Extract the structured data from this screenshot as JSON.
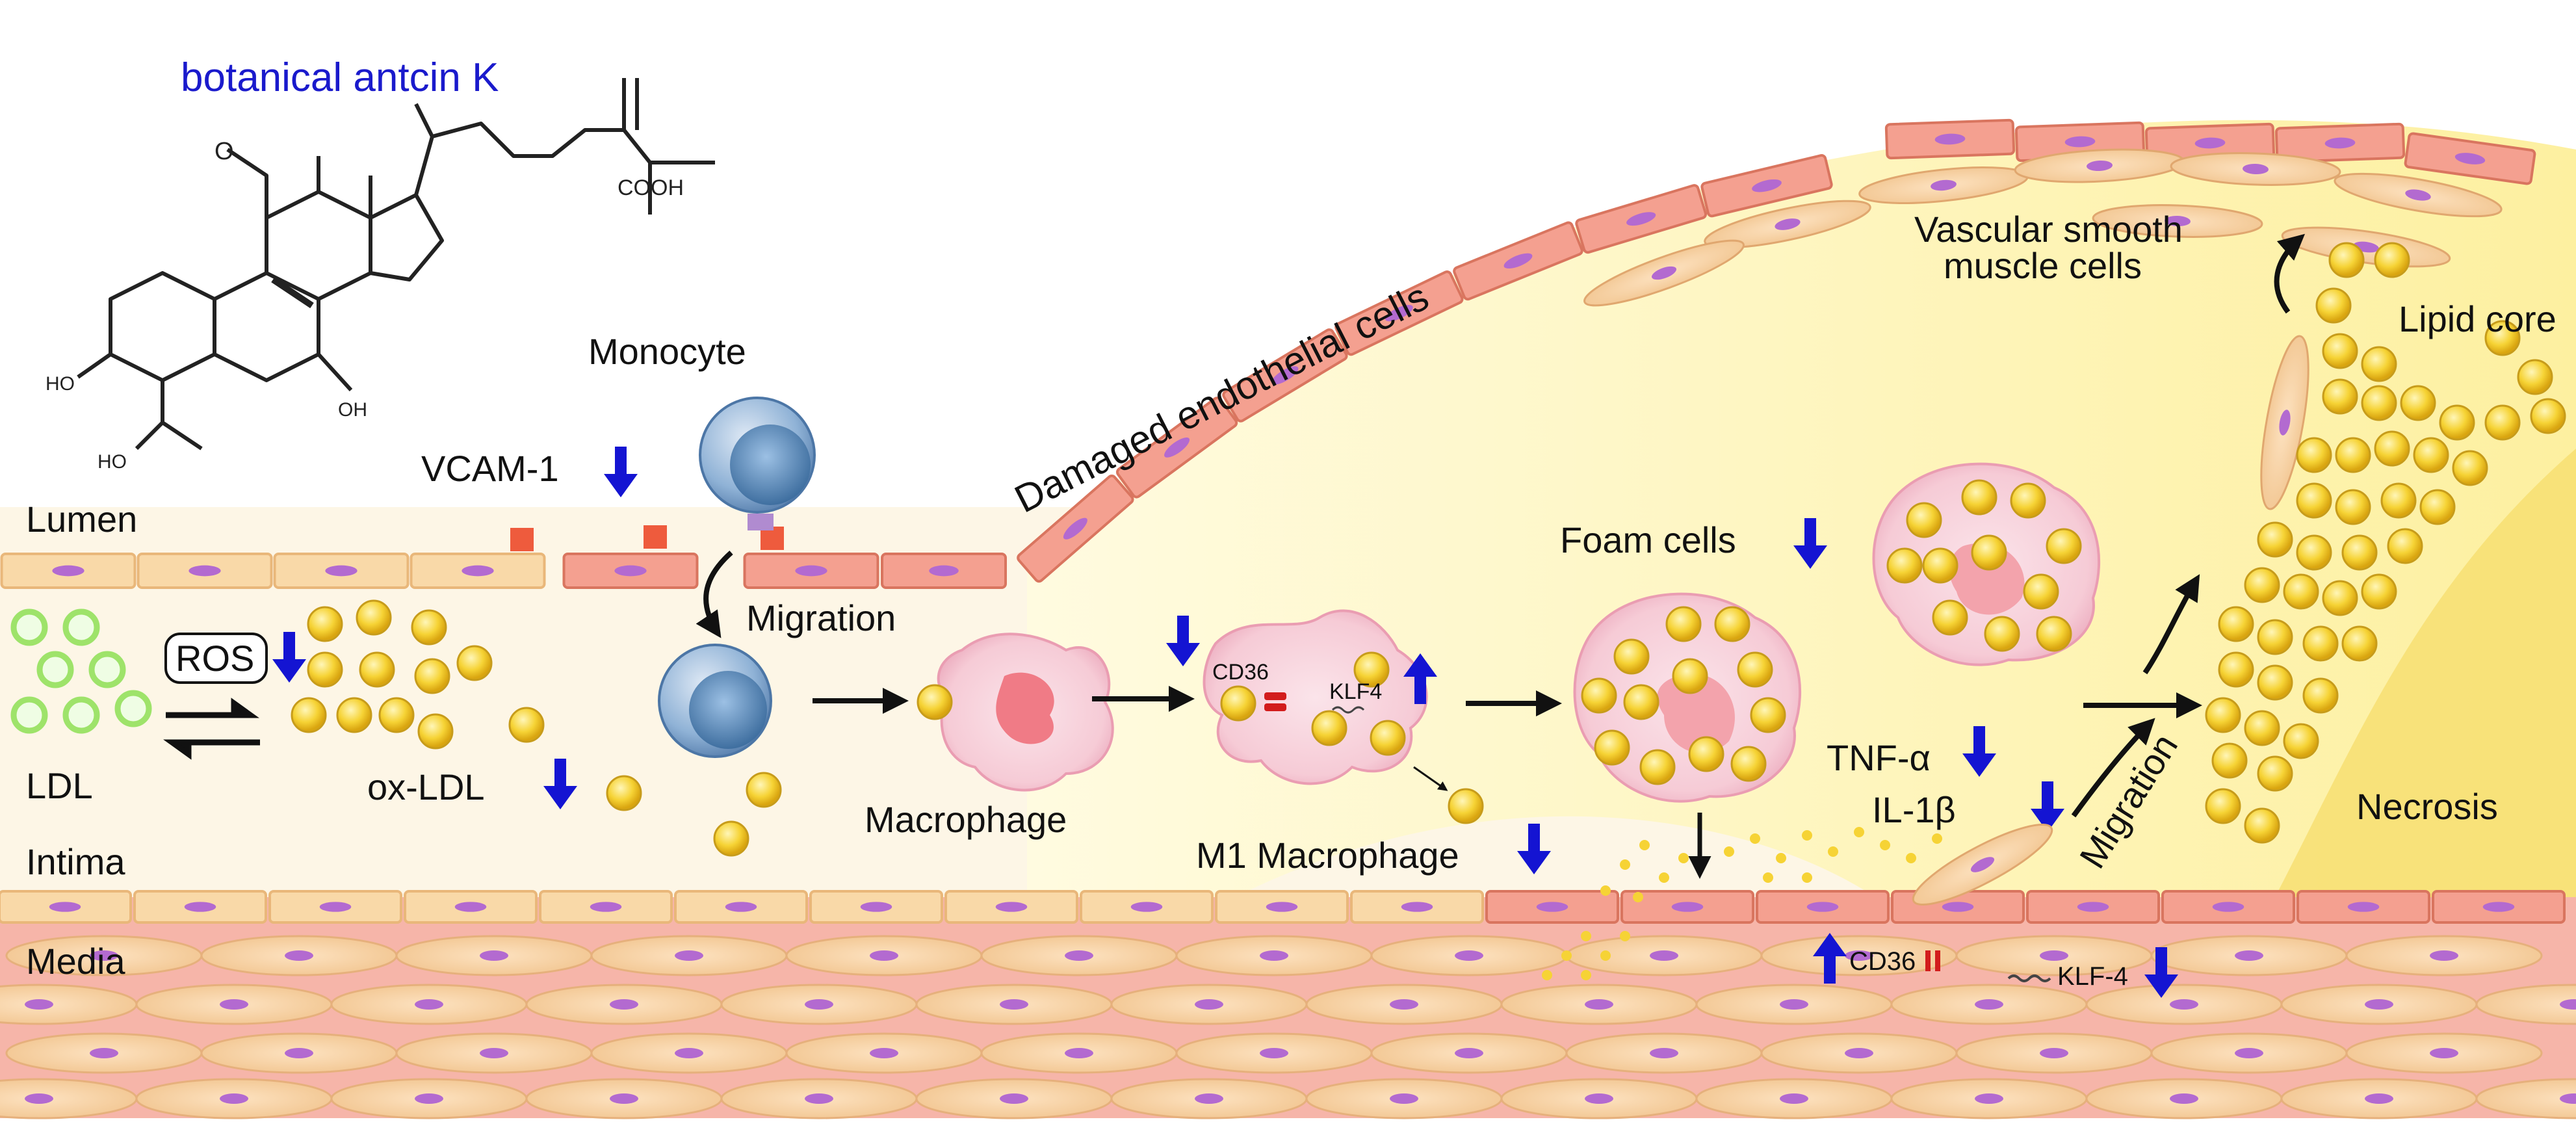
{
  "compound": {
    "name": "botanical antcin K",
    "cooh": "COOH",
    "oh": "HO",
    "oh_right": "OH",
    "oxo": "O"
  },
  "regions": {
    "lumen": "Lumen",
    "intima": "Intima",
    "media": "Media"
  },
  "labels": {
    "ldl": "LDL",
    "ros": "ROS",
    "ox_ldl": "ox-LDL",
    "vcam": "VCAM-1",
    "monocyte": "Monocyte",
    "migration": "Migration",
    "macrophage": "Macrophage",
    "cd36": "CD36",
    "klf4": "KLF4",
    "m1_macrophage": "M1 Macrophage",
    "damaged_endothelial": "Damaged endothelial cells",
    "foam_cells": "Foam cells",
    "tnf": "TNF-α",
    "il1b": "IL-1β",
    "migration_smc": "Migration",
    "vsmc_line1": "Vascular smooth",
    "vsmc_line2": "muscle cells",
    "lipid_core": "Lipid core",
    "necrosis": "Necrosis",
    "cd36_media": "CD36",
    "klf4_media": "KLF-4"
  },
  "colors": {
    "arrow_blue": "#1414d2",
    "compound_title": "#1a1acc",
    "endothelial_fill": "#f4a090",
    "endothelial_border": "#d9755f",
    "nucleus": "#b36ad0",
    "lumen_fill": "#fdf6e6",
    "intima_band": "#f7d8a8",
    "media_fill": "#f6b5a9",
    "lipid_yellow": "#f6d335",
    "ldl_green": "#9ee36a",
    "plaque_fill": "#fdf3b0"
  }
}
